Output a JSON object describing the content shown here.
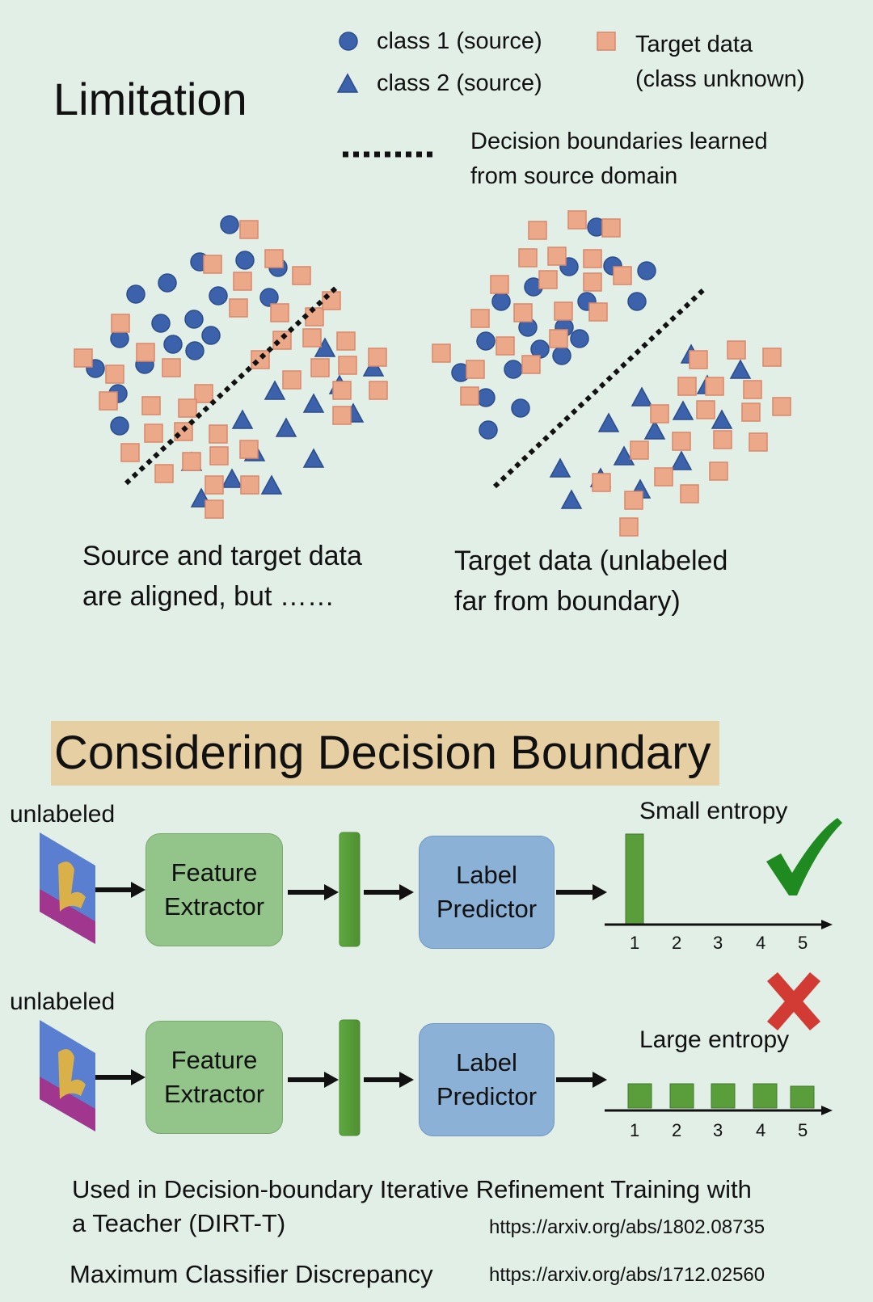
{
  "limitation": {
    "title": "Limitation",
    "legend": {
      "class1": "class 1 (source)",
      "class2": "class 2 (source)",
      "target_line1": "Target data",
      "target_line2": "(class unknown)",
      "boundary_line1": "Decision boundaries learned",
      "boundary_line2": "from source domain"
    },
    "caption_left_line1": "Source and target data",
    "caption_left_line2": "are aligned, but ……",
    "caption_right_line1": "Target data (unlabeled",
    "caption_right_line2": "far from boundary)"
  },
  "section2": {
    "title": "Considering Decision Boundary",
    "row1": {
      "input_label": "unlabeled",
      "feature_box": "Feature\nExtractor",
      "label_box": "Label\nPredictor",
      "entropy_label": "Small entropy",
      "ticks": [
        "1",
        "2",
        "3",
        "4",
        "5"
      ]
    },
    "row2": {
      "input_label": "unlabeled",
      "feature_box": "Feature\nExtractor",
      "label_box": "Label\nPredictor",
      "entropy_label": "Large entropy",
      "ticks": [
        "1",
        "2",
        "3",
        "4",
        "5"
      ]
    },
    "footer": {
      "line1": "Used in Decision-boundary Iterative Refinement Training with",
      "line2": "a Teacher (DIRT-T)",
      "url1": "https://arxiv.org/abs/1802.08735",
      "mcd": "Maximum Classifier Discrepancy",
      "url2": "https://arxiv.org/abs/1712.02560"
    }
  },
  "colors": {
    "background": "#e2efe6",
    "class_marker": "#3b62ab",
    "target_marker": "#eba98a",
    "bar": "#5a9e3c",
    "check": "#1f8a1f",
    "cross": "#d23a34",
    "banner": "#e6cfa2"
  },
  "icons": [
    "circle-marker-icon",
    "triangle-marker-icon",
    "square-marker-icon",
    "dotted-line-icon",
    "arrow-icon",
    "checkmark-icon",
    "cross-icon"
  ]
}
